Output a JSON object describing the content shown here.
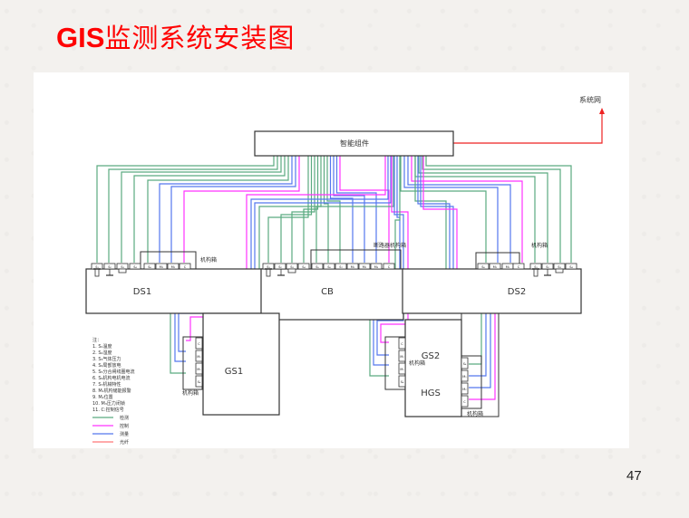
{
  "slide": {
    "title_latin": "GIS",
    "title_cjk": "监测系统安装图",
    "page_number": "47"
  },
  "colors": {
    "title": "#ff0000",
    "monitor": "#5aaa80",
    "control": "#ff33ff",
    "measure": "#5577ee",
    "fiber": "#ff7777",
    "network": "#ee2222",
    "box": "#333333"
  },
  "diagram": {
    "network_label": "系统网",
    "smart_unit_label": "智能组件",
    "components": {
      "ds1": "DS1",
      "cb": "CB",
      "ds2": "DS2",
      "gs1": "GS1",
      "gs2": "GS2",
      "hgs": "HGS"
    },
    "cabinet_label": "机构箱",
    "breaker_cabinet_label": "断路器机构箱",
    "sensor_labels": {
      "s1": "S₁",
      "s2": "S₂",
      "s3": "S₃",
      "s4": "S₄",
      "s5": "S₅",
      "s6": "S₆",
      "s7": "S₇",
      "m1": "M₁",
      "m2": "M₂",
      "m3": "M₃",
      "c": "C"
    },
    "legend": {
      "heading": "注：",
      "notes": [
        "1. S₁温度",
        "2. S₂湿度",
        "3. S₃气体压力",
        "4. S₄局部放电",
        "5. S₅分合闸线圈电流",
        "6. S₆机构电机电流",
        "7. S₇机械特性",
        "8. M₁机构储能报警",
        "9. M₂位置",
        "10. M₃压力闭锁",
        "11. C:控制信号"
      ],
      "lines": [
        {
          "label": "检测",
          "color_key": "monitor"
        },
        {
          "label": "控制",
          "color_key": "control"
        },
        {
          "label": "测量",
          "color_key": "measure"
        },
        {
          "label": "光纤",
          "color_key": "fiber"
        }
      ]
    }
  }
}
